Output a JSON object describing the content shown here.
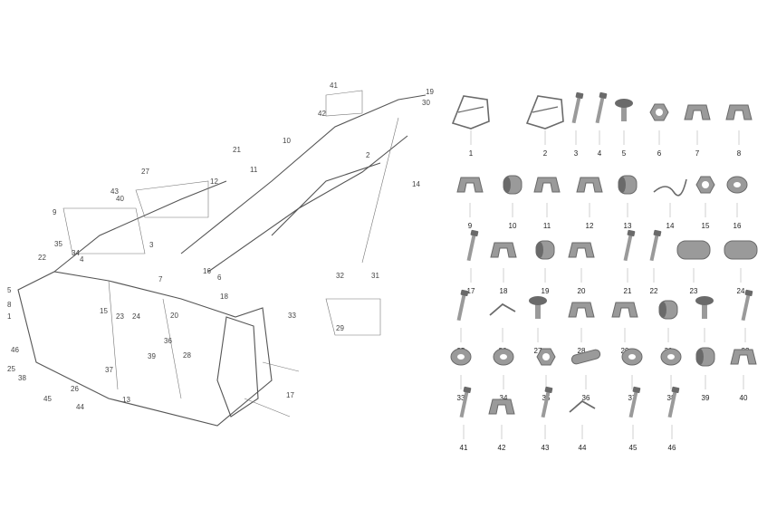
{
  "diagram": {
    "callouts": [
      "19",
      "30",
      "41",
      "42",
      "10",
      "21",
      "11",
      "2",
      "14",
      "27",
      "12",
      "43",
      "40",
      "9",
      "35",
      "34",
      "3",
      "16",
      "6",
      "33",
      "22",
      "5",
      "8",
      "1",
      "4",
      "7",
      "15",
      "23",
      "24",
      "20",
      "18",
      "32",
      "31",
      "29",
      "36",
      "13",
      "17",
      "25",
      "46",
      "38",
      "37",
      "26",
      "45",
      "44",
      "39",
      "28"
    ],
    "parts": [
      {
        "num": "1",
        "icon": "main-frame-icon"
      },
      {
        "num": "2",
        "icon": "rear-subframe-icon"
      },
      {
        "num": "3",
        "icon": "bolt-icon"
      },
      {
        "num": "4",
        "icon": "bolt-icon"
      },
      {
        "num": "5",
        "icon": "flange-bolt-icon"
      },
      {
        "num": "6",
        "icon": "nut-icon"
      },
      {
        "num": "7",
        "icon": "bracket-icon"
      },
      {
        "num": "8",
        "icon": "bracket-icon"
      },
      {
        "num": "9",
        "icon": "plate-bracket-icon"
      },
      {
        "num": "10",
        "icon": "bushing-icon"
      },
      {
        "num": "11",
        "icon": "bracket-icon"
      },
      {
        "num": "12",
        "icon": "plate-bracket-icon"
      },
      {
        "num": "13",
        "icon": "bushing-icon"
      },
      {
        "num": "14",
        "icon": "cable-icon"
      },
      {
        "num": "15",
        "icon": "nut-icon"
      },
      {
        "num": "16",
        "icon": "washer-icon"
      },
      {
        "num": "17",
        "icon": "long-bolt-icon"
      },
      {
        "num": "18",
        "icon": "bracket-icon"
      },
      {
        "num": "19",
        "icon": "grommet-icon"
      },
      {
        "num": "20",
        "icon": "plate-bracket-icon"
      },
      {
        "num": "21",
        "icon": "bolt-icon"
      },
      {
        "num": "22",
        "icon": "bolt-icon"
      },
      {
        "num": "23",
        "icon": "spacer-tube-icon"
      },
      {
        "num": "24",
        "icon": "spacer-tube-icon"
      },
      {
        "num": "25",
        "icon": "bolt-icon"
      },
      {
        "num": "26",
        "icon": "clip-icon"
      },
      {
        "num": "27",
        "icon": "flange-bolt-icon"
      },
      {
        "num": "28",
        "icon": "bracket-icon"
      },
      {
        "num": "29",
        "icon": "bracket-icon"
      },
      {
        "num": "30",
        "icon": "bushing-icon"
      },
      {
        "num": "31",
        "icon": "flange-bolt-icon"
      },
      {
        "num": "32",
        "icon": "bolt-icon"
      },
      {
        "num": "33",
        "icon": "washer-icon"
      },
      {
        "num": "34",
        "icon": "snap-ring-icon"
      },
      {
        "num": "35",
        "icon": "nut-icon"
      },
      {
        "num": "36",
        "icon": "pin-icon"
      },
      {
        "num": "37",
        "icon": "washer-icon"
      },
      {
        "num": "38",
        "icon": "washer-icon"
      },
      {
        "num": "39",
        "icon": "bushing-icon"
      },
      {
        "num": "40",
        "icon": "plate-bracket-icon"
      },
      {
        "num": "41",
        "icon": "bolt-icon"
      },
      {
        "num": "42",
        "icon": "plate-bracket-icon"
      },
      {
        "num": "43",
        "icon": "bolt-icon"
      },
      {
        "num": "44",
        "icon": "clip-icon"
      },
      {
        "num": "45",
        "icon": "bolt-icon"
      },
      {
        "num": "46",
        "icon": "bolt-icon"
      }
    ]
  }
}
